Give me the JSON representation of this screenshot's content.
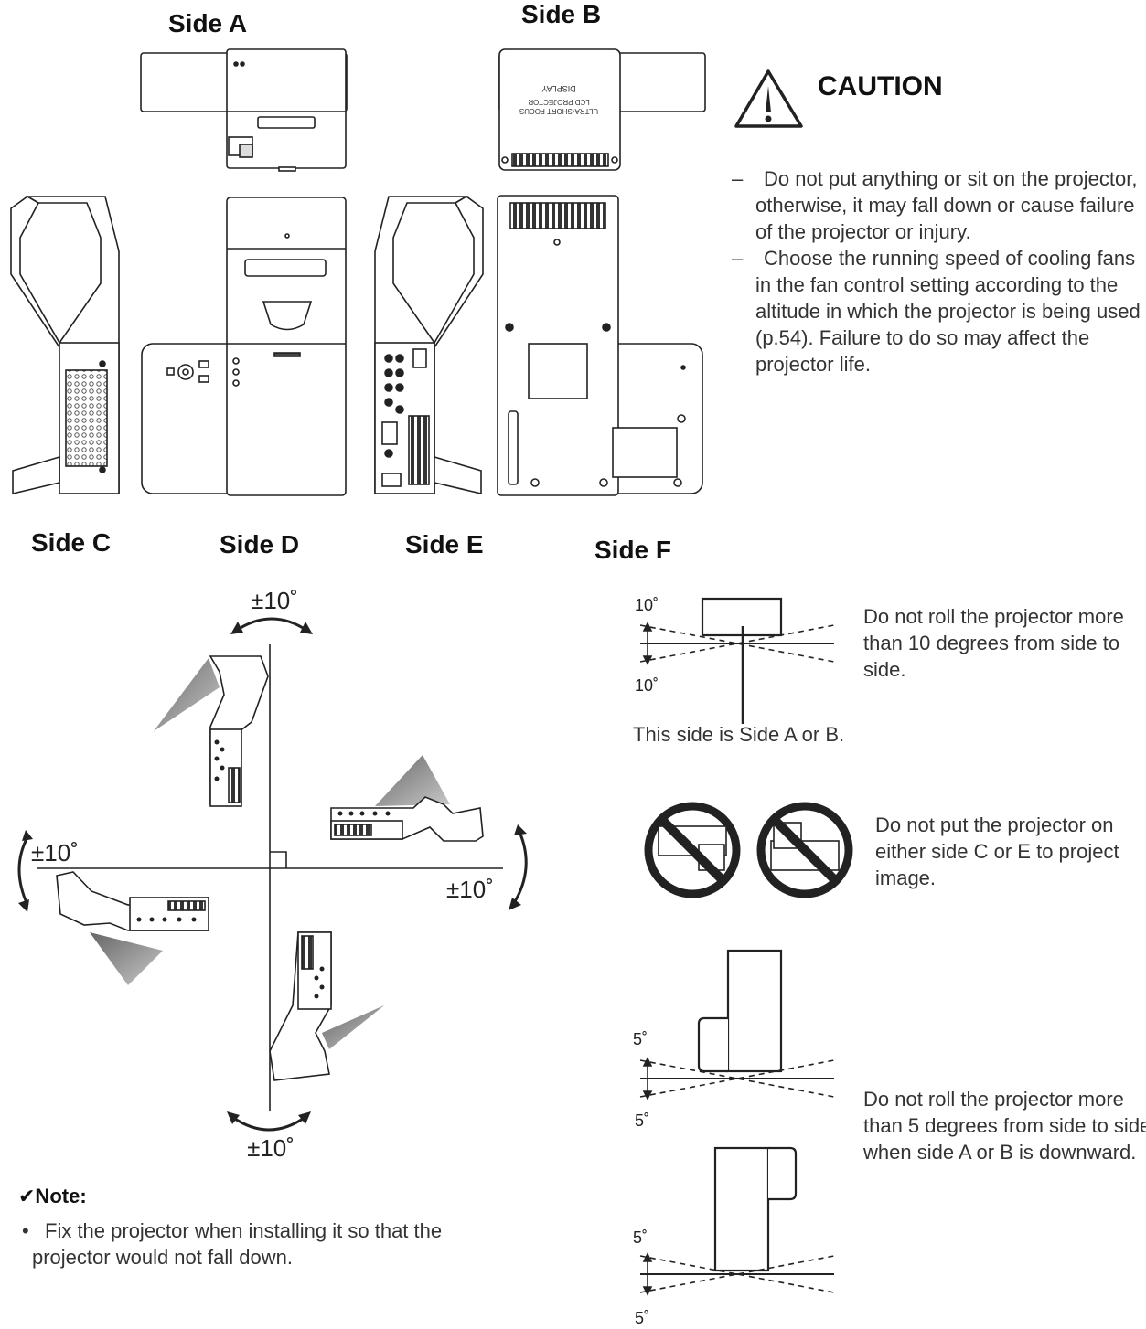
{
  "sides": {
    "a": "Side A",
    "b": "Side B",
    "c": "Side C",
    "d": "Side D",
    "e": "Side E",
    "f": "Side F"
  },
  "caution": {
    "title": "CAUTION",
    "items": [
      "Do not put anything or sit on the projector, otherwise, it may fall down or cause failure of the projector or injury.",
      "Choose the running speed of cooling fans in the fan control setting according to the altitude in which the projector is being used (p.54).  Failure to do so may affect the projector life."
    ],
    "dash": "–"
  },
  "rotation": {
    "top": "±10˚",
    "left": "±10˚",
    "right": "±10˚",
    "bottom": "±10˚"
  },
  "roll10": {
    "upper_deg": "10˚",
    "lower_deg": "10˚",
    "caption": "This side is Side A or B.",
    "text": "Do not roll the projector more than 10 degrees from side to side."
  },
  "sideways": {
    "text": "Do not put the projector on either side C or E to project image."
  },
  "roll5": {
    "deg1_upper": "5˚",
    "deg1_lower": "5˚",
    "deg2_upper": "5˚",
    "deg2_lower": "5˚",
    "text": "Do not roll the projector more than 5 degrees from side to side when side A or B is downward."
  },
  "note": {
    "title": "✔Note:",
    "bullet": "•",
    "text": "Fix the projector when installing it so that the projector would not fall down."
  },
  "product_labels": [
    "ULTRA-SHORT FOCUS",
    "LCD PROJECTOR"
  ],
  "colors": {
    "line": "#222222",
    "beam": "#9a9a9a",
    "grille": "#555555"
  },
  "icons": [
    "caution-triangle-icon",
    "prohibited-icon"
  ]
}
